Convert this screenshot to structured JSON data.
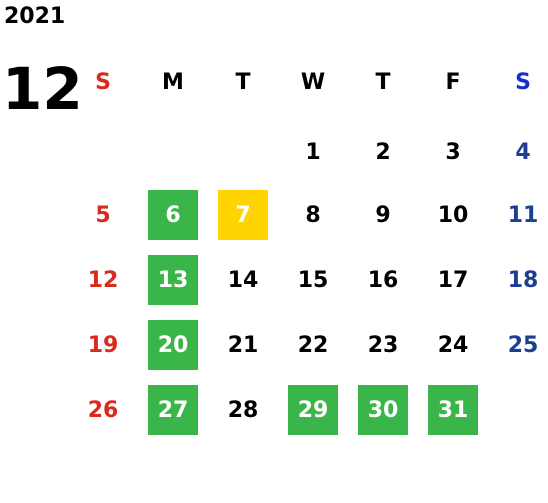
{
  "calendar": {
    "year": "2021",
    "month": "12",
    "weekdays": [
      "S",
      "M",
      "T",
      "W",
      "T",
      "F",
      "S"
    ],
    "colors": {
      "sunday": "#d92a1e",
      "saturday": "#1c3f94",
      "highlight_green": "#3ab54a",
      "highlight_yellow": "#ffd400"
    },
    "weeks": [
      [
        {
          "label": ""
        },
        {
          "label": ""
        },
        {
          "label": ""
        },
        {
          "label": "1"
        },
        {
          "label": "2"
        },
        {
          "label": "3"
        },
        {
          "label": "4"
        }
      ],
      [
        {
          "label": "5"
        },
        {
          "label": "6",
          "mark": "green"
        },
        {
          "label": "7",
          "mark": "yellow"
        },
        {
          "label": "8"
        },
        {
          "label": "9"
        },
        {
          "label": "10"
        },
        {
          "label": "11"
        }
      ],
      [
        {
          "label": "12"
        },
        {
          "label": "13",
          "mark": "green"
        },
        {
          "label": "14"
        },
        {
          "label": "15"
        },
        {
          "label": "16"
        },
        {
          "label": "17"
        },
        {
          "label": "18"
        }
      ],
      [
        {
          "label": "19"
        },
        {
          "label": "20",
          "mark": "green"
        },
        {
          "label": "21"
        },
        {
          "label": "22"
        },
        {
          "label": "23"
        },
        {
          "label": "24"
        },
        {
          "label": "25"
        }
      ],
      [
        {
          "label": "26"
        },
        {
          "label": "27",
          "mark": "green"
        },
        {
          "label": "28"
        },
        {
          "label": "29",
          "mark": "green"
        },
        {
          "label": "30",
          "mark": "green"
        },
        {
          "label": "31",
          "mark": "green"
        },
        {
          "label": ""
        }
      ]
    ]
  }
}
